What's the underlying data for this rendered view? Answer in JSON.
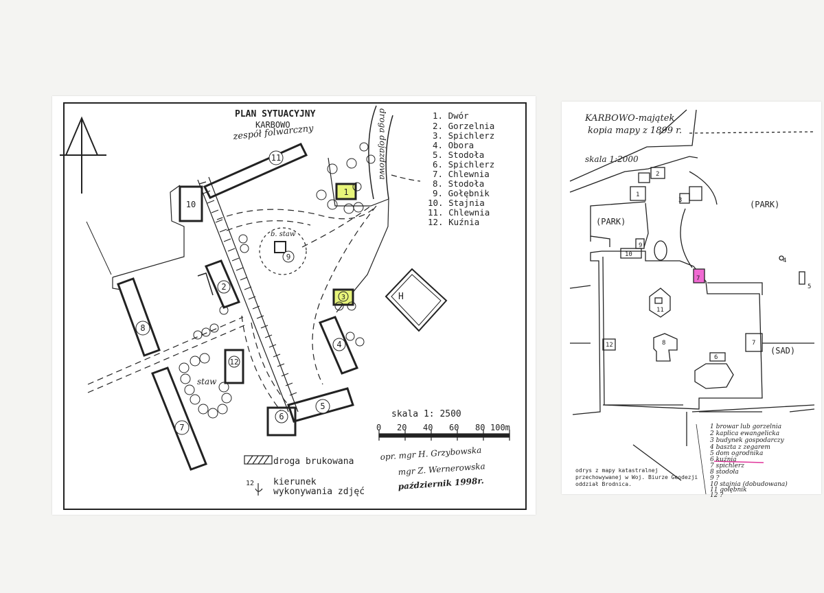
{
  "left_map": {
    "title_line1": "PLAN SYTUACYJNY",
    "title_line2": "KARBOWO",
    "title_line3": "zespół folwarczny",
    "road_label": "droga dojazdowa",
    "pond_label": "b. staw",
    "pond2_label": "staw",
    "legend": [
      "1. Dwór",
      "2. Gorzelnia",
      "3. Spichlerz",
      "4. Obora",
      "5. Stodoła",
      "6. Spichlerz",
      "7. Chlewnia",
      "8. Stodoła",
      "9. Gołębnik",
      "10. Stajnia",
      "11. Chlewnia",
      "12. Kuźnia"
    ],
    "scale_title": "skala 1: 2500",
    "scale_ticks": [
      "0",
      "20",
      "40",
      "60",
      "80",
      "100m"
    ],
    "key_paved": "droga brukowana",
    "key_direction_num": "12",
    "key_direction_line1": "kierunek",
    "key_direction_line2": "wykonywania zdjęć",
    "author_line1": "opr. mgr H. Grzybowska",
    "author_line2": "mgr Z. Wernerowska",
    "author_line3": "październik 1998r.",
    "building_numbers": [
      "1",
      "2",
      "3",
      "4",
      "5",
      "6",
      "7",
      "8",
      "9",
      "10",
      "11",
      "12"
    ],
    "manor_letter": "H"
  },
  "right_map": {
    "title_line1": "KARBOWO-majątek",
    "title_line2": "kopia mapy z 1899 r.",
    "scale": "skala 1:2000",
    "park_left": "(PARK)",
    "park_right": "(PARK)",
    "orchard": "(SAD)",
    "source_line1": "odrys z mapy katastralnej",
    "source_line2": "przechowywanej w Woj. Biurze Geodezji",
    "source_line3": "oddział Brodnica.",
    "legend": [
      "1  browar lub gorzelnia",
      "2  kaplica ewangelicka",
      "3  budynek gospodarczy",
      "4  baszta z zegarem",
      "5  dom ogrodnika",
      "6  kuźnia",
      "7  spichlerz",
      "8  stodoła",
      "9  ?",
      "10  stajnia (dobudowana)",
      "11  gołębnik",
      "12  ?"
    ],
    "numbers": [
      "1",
      "2",
      "3",
      "4",
      "5",
      "6",
      "7",
      "8",
      "9",
      "10",
      "11",
      "12"
    ]
  },
  "colors": {
    "ink": "#222222",
    "highlight_yellow": "#e8f57a",
    "highlight_pink": "#f06ad2",
    "underline_pink": "#e0349a"
  }
}
